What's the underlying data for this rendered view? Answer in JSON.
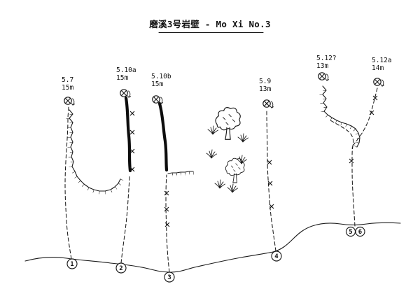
{
  "title": "磨溪3号岩壁 - Mo Xi No.3",
  "routes": [
    {
      "num": "1",
      "grade": "5.7",
      "height": "15m"
    },
    {
      "num": "2",
      "grade": "5.10a",
      "height": "15m"
    },
    {
      "num": "3",
      "grade": "5.10b",
      "height": "15m"
    },
    {
      "num": "4",
      "grade": "5.9",
      "height": "13m"
    },
    {
      "num": "5",
      "grade": "5.12?",
      "height": "13m"
    },
    {
      "num": "6",
      "grade": "5.12a",
      "height": "14m"
    }
  ],
  "symbols": {
    "anchor": "rappel-anchor",
    "bolt": "x-bolt",
    "vegetation": [
      "tree",
      "grass"
    ]
  },
  "colors": {
    "ink": "#1a1a1a",
    "background": "#ffffff"
  }
}
